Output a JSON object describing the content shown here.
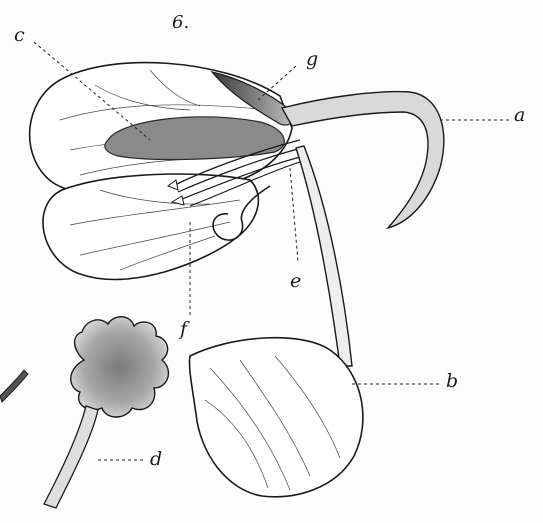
{
  "figure": {
    "number": "6.",
    "labels": {
      "a": "a",
      "b": "b",
      "c": "c",
      "d": "d",
      "e": "e",
      "f": "f",
      "g": "g"
    }
  }
}
